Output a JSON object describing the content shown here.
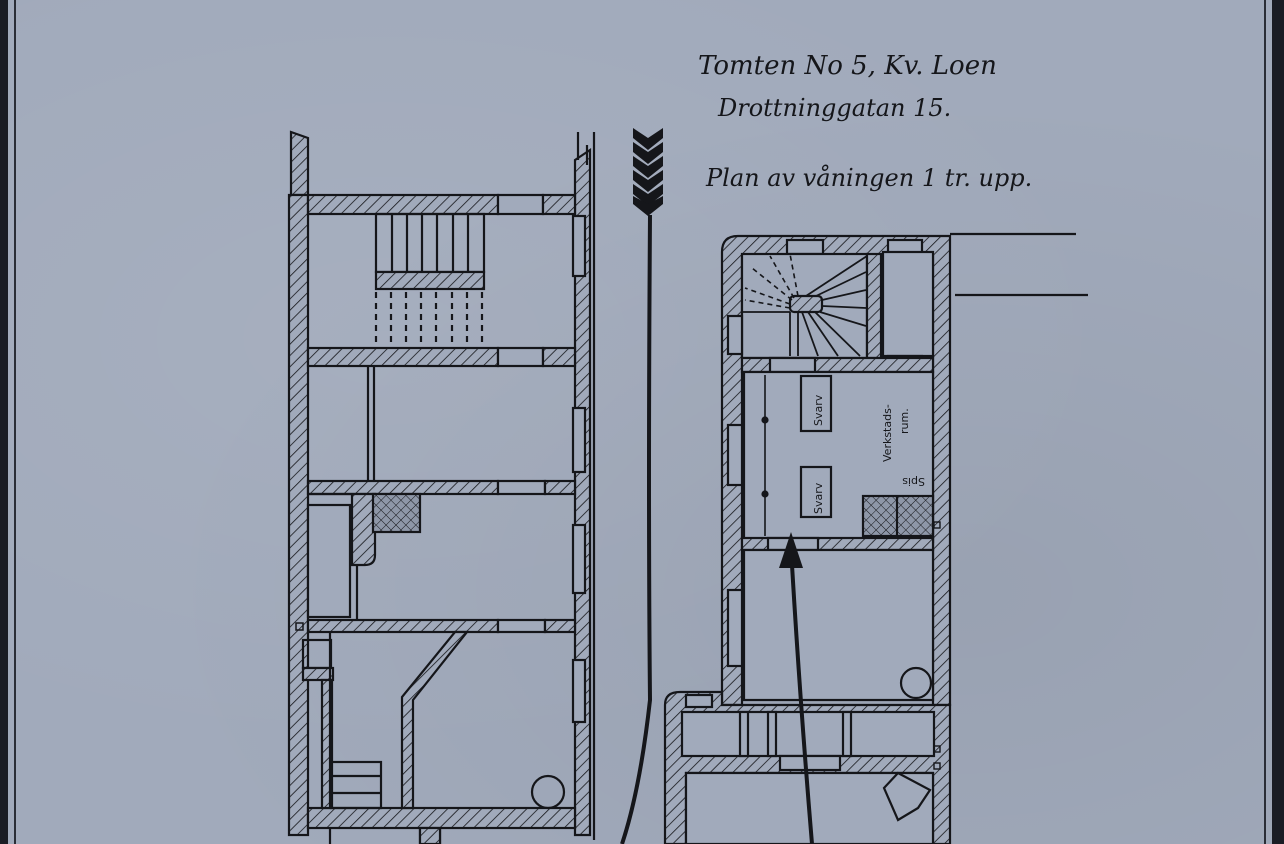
{
  "title": {
    "line1": "Tomten No 5, Kv. Loen",
    "line2": "Drottninggatan 15.",
    "line3": "Plan av våningen 1 tr. upp."
  },
  "labels": {
    "svarv_1": "Svarv",
    "svarv_2": "Svarv",
    "verkstadsrum_1": "Verkstads-",
    "verkstadsrum_2": "rum.",
    "spis": "Spis"
  },
  "icons": {
    "north_arrow": "fletched-arrow-icon",
    "direction_arrow": "arrow-up-icon"
  },
  "colors": {
    "paper": "#a1aabb",
    "ink": "#15161a",
    "border": "#1a1c24"
  }
}
